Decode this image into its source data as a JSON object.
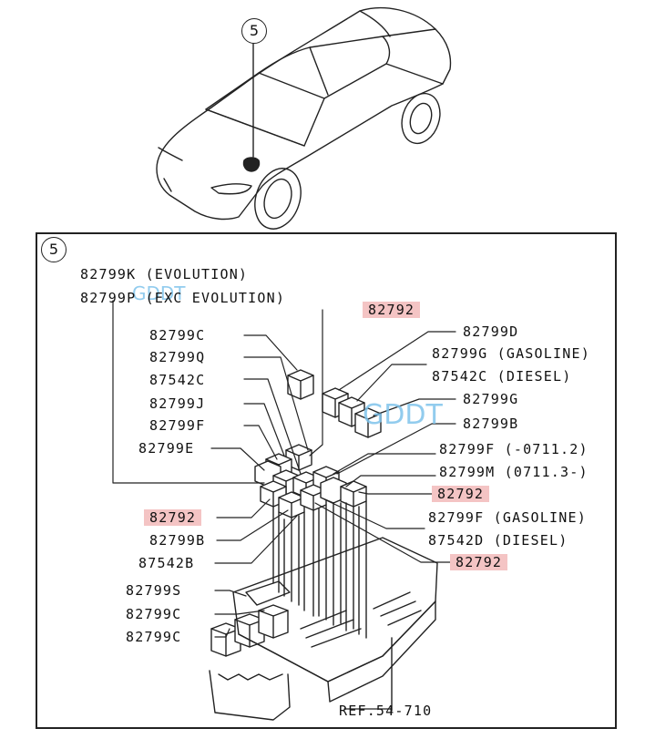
{
  "callout_top": "5",
  "callout_panel": "5",
  "watermarks": [
    "GDDT",
    "GDDT"
  ],
  "labels": {
    "k_evolution": "82799K (EVOLUTION)",
    "p_exc_evolution": "82799P (EXC EVOLUTION)",
    "top_82792": "82792",
    "c1": "82799C",
    "q": "82799Q",
    "c542": "87542C",
    "j": "82799J",
    "f": "82799F",
    "e": "82799E",
    "d": "82799D",
    "g_gasoline": "82799G (GASOLINE)",
    "c_diesel": "87542C (DIESEL)",
    "g": "82799G",
    "b_right": "82799B",
    "f_0711": "82799F (-0711.2)",
    "m_0711": "82799M (0711.3-)",
    "right_82792_a": "82792",
    "left_82792": "82792",
    "f_gasoline": "82799F (GASOLINE)",
    "d_diesel": "87542D (DIESEL)",
    "b_left": "82799B",
    "b542": "87542B",
    "right_82792_b": "82792",
    "s": "82799S",
    "c2": "82799C",
    "c3": "82799C",
    "ref": "REF.54-710"
  },
  "highlight_color": "#f4c4c4",
  "watermark_color": "#7fc4ec"
}
